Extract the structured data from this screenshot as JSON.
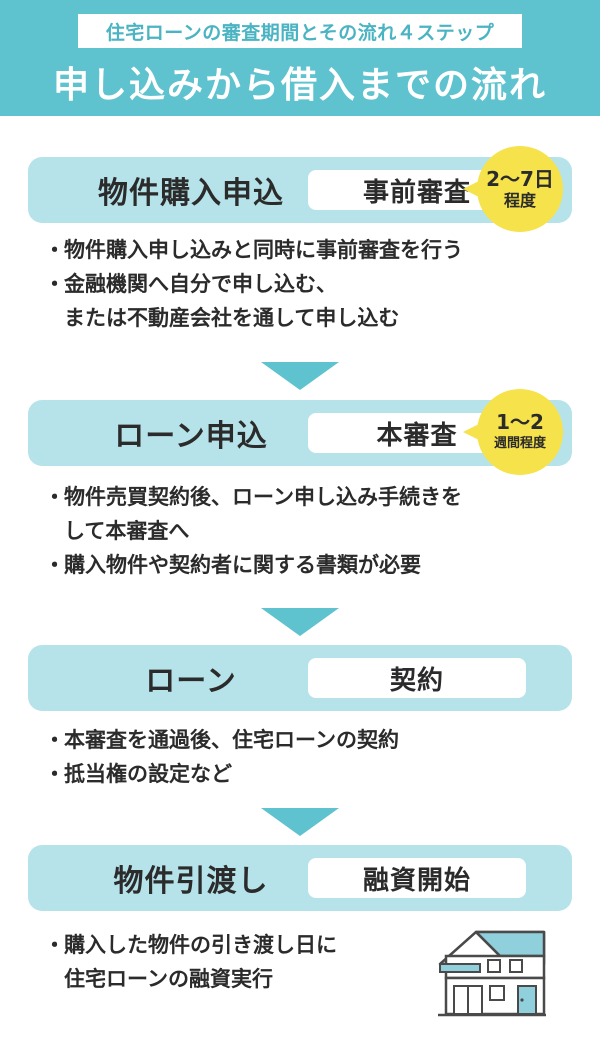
{
  "header": {
    "subtitle": "住宅ローンの審査期間とその流れ４ステップ",
    "title": "申し込みから借入までの流れ"
  },
  "steps": [
    {
      "name": "物件購入申込",
      "stage": "事前審査",
      "badge": {
        "line1": "2～7日",
        "line2": "程度"
      },
      "bullets": [
        {
          "dot": "・",
          "lines": [
            "物件購入申し込みと同時に事前審査を行う"
          ]
        },
        {
          "dot": "・",
          "lines": [
            "金融機関へ自分で申し込む、",
            "または不動産会社を通して申し込む"
          ]
        }
      ]
    },
    {
      "name": "ローン申込",
      "stage": "本審査",
      "badge": {
        "line1": "1～2",
        "line2": "週間程度"
      },
      "bullets": [
        {
          "dot": "・",
          "lines": [
            "物件売買契約後、ローン申し込み手続きを",
            "して本審査へ"
          ]
        },
        {
          "dot": "・",
          "lines": [
            "購入物件や契約者に関する書類が必要"
          ]
        }
      ]
    },
    {
      "name": "ローン",
      "stage": "契約",
      "bullets": [
        {
          "dot": "・",
          "lines": [
            "本審査を通過後、住宅ローンの契約"
          ]
        },
        {
          "dot": "・",
          "lines": [
            "抵当権の設定など"
          ]
        }
      ]
    },
    {
      "name": "物件引渡し",
      "stage": "融資開始",
      "bullets": [
        {
          "dot": "・",
          "lines": [
            "購入した物件の引き渡し日に",
            "住宅ローンの融資実行"
          ]
        }
      ]
    }
  ],
  "colors": {
    "header_bg": "#5ec2cf",
    "step_bar": "#b6e3ea",
    "badge": "#f6e24a",
    "arrow": "#5ec2cf"
  },
  "icons": [
    "house-icon"
  ]
}
